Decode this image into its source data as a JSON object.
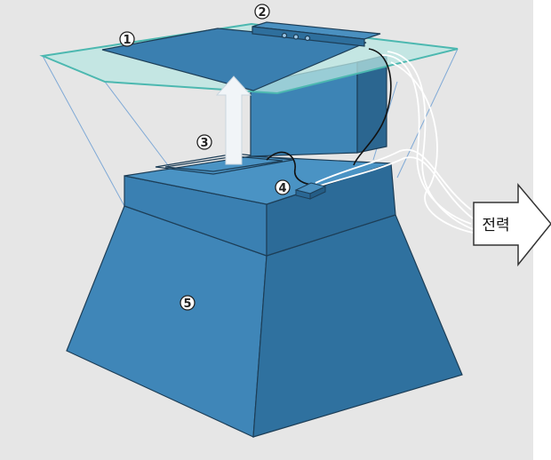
{
  "labels": {
    "one": "1",
    "two": "2",
    "three": "3",
    "four": "4",
    "five": "5"
  },
  "power_arrow": {
    "text": "전력"
  },
  "colors": {
    "background": "#e6e6e6",
    "pedestal_front": "#3d7fb0",
    "pedestal_side": "#2f6f9e",
    "glass": "#9fd8d4",
    "glass_edge": "#49b8b0",
    "cable": "#f4f4f4",
    "upward_arrow": "#f0f4f7"
  }
}
